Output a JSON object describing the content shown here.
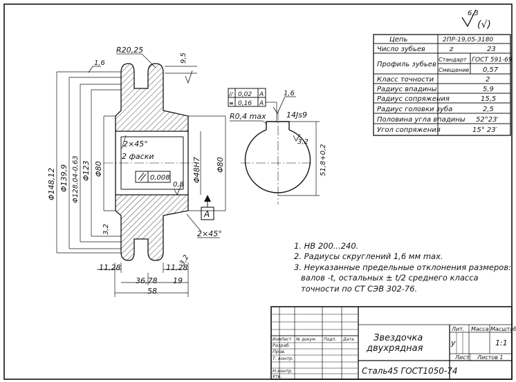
{
  "roughness": {
    "value": "6,3",
    "suffix": "(√)"
  },
  "params_table": {
    "rows": [
      {
        "label": "Цепь",
        "value": "2ПР-19,05-3180"
      },
      {
        "label": "Число зубьев",
        "sub": "z",
        "value": "23"
      },
      {
        "label": "Профиль зубьев",
        "sub1": "Стандарт",
        "value1": "ГОСТ 591-69",
        "sub2": "Смещение",
        "value2": "0,57"
      },
      {
        "label": "Класс точности",
        "value": "2"
      },
      {
        "label": "Радиус впадины",
        "value": "5,9"
      },
      {
        "label": "Радиус сопряжения",
        "value": "15,5"
      },
      {
        "label": "Радиус головки зуба",
        "value": "2,5"
      },
      {
        "label": "Половина угла впадины",
        "value": "52°23′"
      },
      {
        "label": "Угол сопряжения",
        "value": "15° 23′"
      }
    ]
  },
  "section_view": {
    "radius_label": "R20,25",
    "top_dim": "9,5",
    "roughness_top": "1,6",
    "dia_148": "Φ148,12",
    "dia_139": "Φ139,9",
    "dia_128": "Φ128,04-0,63",
    "dia_123": "Φ123",
    "dia_80_left": "Φ80",
    "dia_48": "Φ48H7",
    "dia_80_right": "Φ80",
    "chamfer_top": "2×45°",
    "chamfer_note": "2 фаски",
    "runout_value": "0,008",
    "roughness_08": "0,8",
    "roughness_32": "3,2",
    "datum": "A",
    "chamfer_bottom": "2×45°",
    "dim_1128_left": "11,28",
    "dim_1128_right": "11,28",
    "dim_3678": "36,78",
    "dim_19": "19",
    "dim_58": "58",
    "roughness_32_bottom": "3,2"
  },
  "hub_view": {
    "tol_box": [
      [
        "//",
        "0,02",
        "A"
      ],
      [
        "≡",
        "0,16",
        "A"
      ]
    ],
    "r_max": "R0,4 max",
    "roughness": "1,6",
    "key_width": "14Js9",
    "roughness_32": "3,2",
    "depth": "51,8+0,2"
  },
  "notes": [
    "1. HB 200...240.",
    "2. Радиусы скруглений 1,6 мм max.",
    "3. Неуказанные предельные отклонения размеров:",
    "валов -t, остальных ± t/2 среднего класса",
    "точности по СТ СЭВ 302-76."
  ],
  "title_block": {
    "name_line1": "Звездочка",
    "name_line2": "двухрядная",
    "material": "Сталь45 ГОСТ1050-74",
    "head": [
      "Изм",
      "Лист",
      "№ докум.",
      "Подп.",
      "Дата"
    ],
    "roles": [
      "Разраб.",
      "Пров.",
      "Т. контр.",
      "Н.контр.",
      "Утв."
    ],
    "lit": "Лит.",
    "mass": "Масса",
    "scale_h": "Масштаб",
    "lit_val": "у",
    "scale_val": "1:1",
    "sheet": "Лист",
    "sheets": "Листов 1"
  }
}
